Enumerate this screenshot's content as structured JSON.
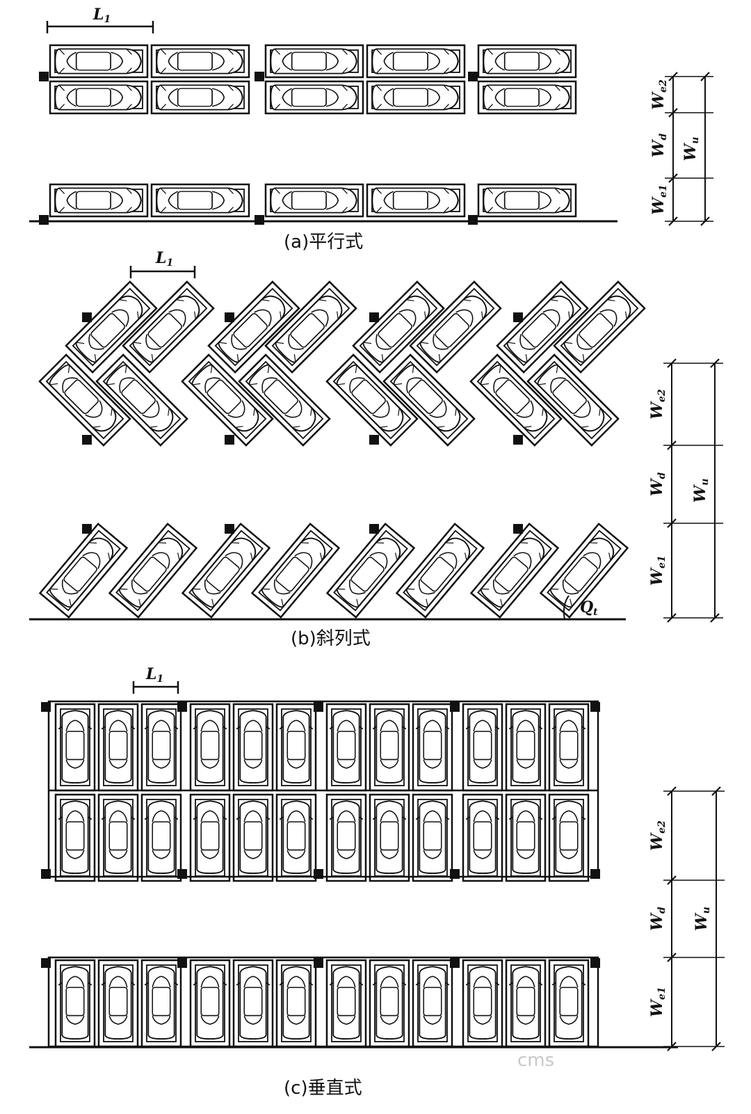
{
  "panels": {
    "a": {
      "caption": "(a)平行式",
      "dimension": "L1"
    },
    "b": {
      "caption": "(b)斜列式",
      "dimension": "L1",
      "angle_label": "Qt"
    },
    "c": {
      "caption": "(c)垂直式",
      "dimension": "L1"
    }
  },
  "dims": {
    "we2": "We2",
    "wd": "Wd",
    "we1": "We1",
    "wu": "Wu"
  },
  "watermark": "cms"
}
